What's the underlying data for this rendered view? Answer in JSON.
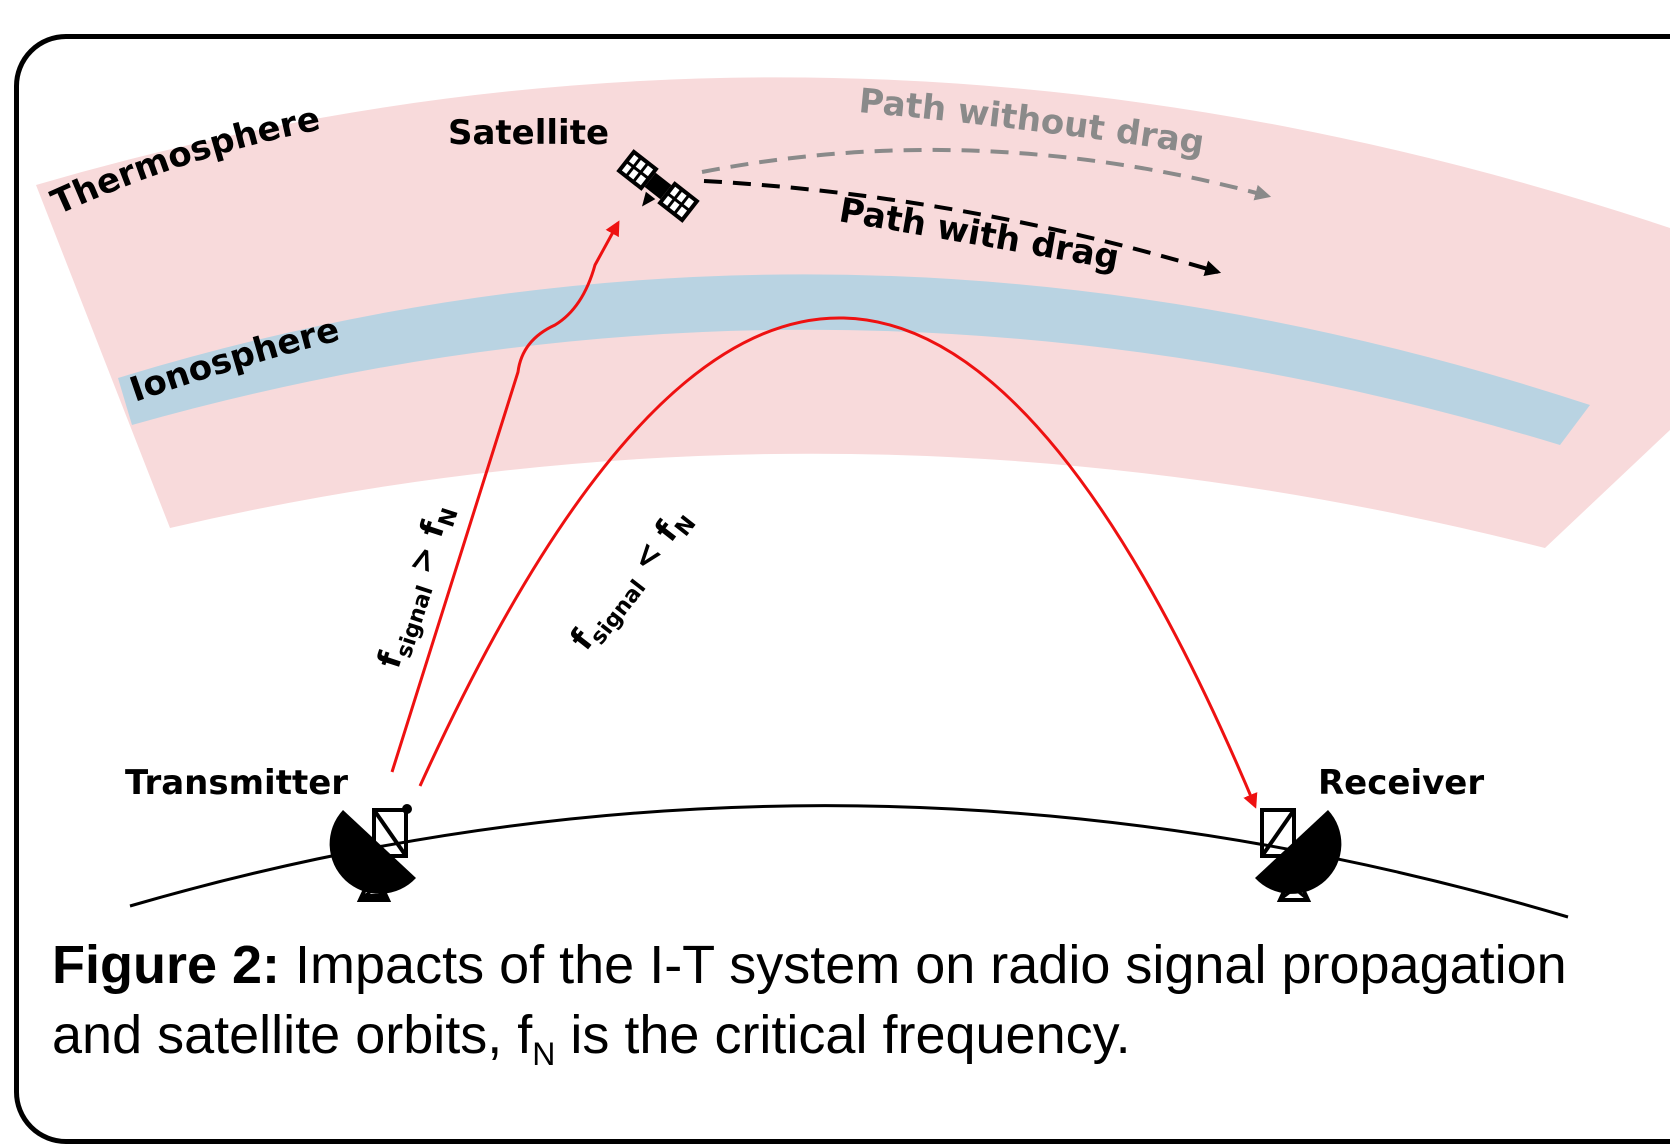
{
  "layers": {
    "thermosphere": "Thermosphere",
    "ionosphere": "Ionosphere"
  },
  "satellite": {
    "label": "Satellite",
    "path_without_drag": "Path without drag",
    "path_with_drag": "Path with drag"
  },
  "stations": {
    "transmitter": "Transmitter",
    "receiver": "Receiver"
  },
  "signals": {
    "high": {
      "f": "f",
      "sub": "signal",
      "op": " > ",
      "fN": "f",
      "fN_sub": "N"
    },
    "low": {
      "f": "f",
      "sub": "signal",
      "op": " < ",
      "fN": "f",
      "fN_sub": "N"
    }
  },
  "caption": {
    "label": "Figure 2:",
    "text_before": " Impacts of the I-T system on radio signal propagation and satellite orbits, f",
    "sub": "N",
    "text_after": " is the critical frequency."
  },
  "colors": {
    "thermosphere": "#f8dadb",
    "ionosphere": "#b9d3e2",
    "signal": "#ee1111",
    "drag_path": "#000000",
    "no_drag_path": "#8a8a8a"
  }
}
